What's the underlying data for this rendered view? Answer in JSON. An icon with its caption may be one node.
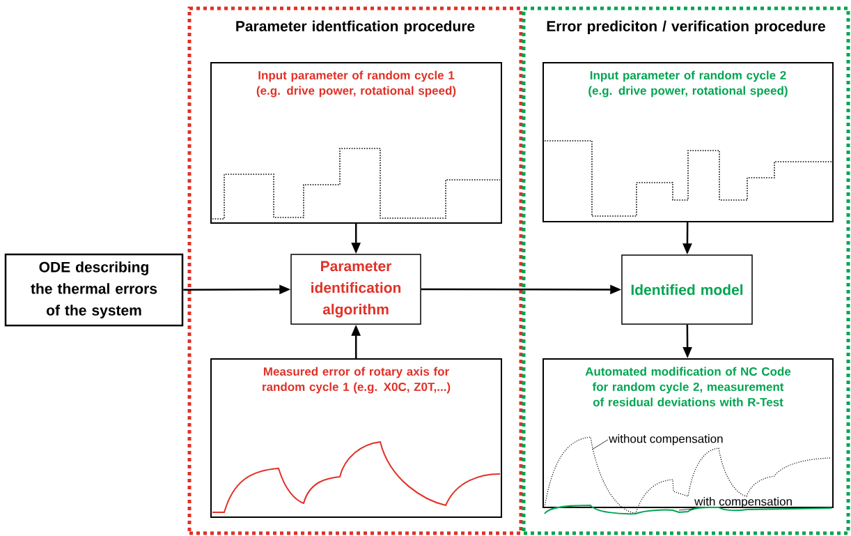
{
  "diagram": {
    "nodes": [
      {
        "text": [
          "Parameter identfication procedure"
        ]
      },
      {
        "text": [
          "Error prediciton / verification procedure"
        ]
      },
      {
        "text": [
          "Input parameter of random cycle 1 (e.g. drive power, rotational speed)"
        ],
        "in": 0
      },
      {
        "text": [
          "Parameter identification algorithm"
        ],
        "in": 0
      },
      {
        "text": [
          "Measured error of rotary axis for random cycle 1 (e.g. X0C, Z0T,...)"
        ],
        "in": 0
      },
      {
        "text": [
          "Input parameter of random cycle 2 (e.g. drive power, rotational speed)"
        ],
        "in": 1
      },
      {
        "text": [
          "Identified model"
        ],
        "in": 1
      },
      {
        "text": [
          "Automated modification of NC Code for random cycle 2, measurement of residual deviations with R-Test"
        ],
        "in": 1
      },
      {
        "text": [
          "ODE describing the thermal errors of the system"
        ]
      },
      {
        "text": [
          "without compensation"
        ],
        "in": 7
      },
      {
        "text": [
          "with compensation"
        ],
        "in": 7
      }
    ],
    "edges": [
      {
        "from": 8,
        "to": 3,
        "arrow": "to"
      },
      {
        "from": 2,
        "to": 3,
        "arrow": "to"
      },
      {
        "from": 4,
        "to": 3,
        "arrow": "to"
      },
      {
        "from": 3,
        "to": 6,
        "arrow": "to"
      },
      {
        "from": 5,
        "to": 6,
        "arrow": "to"
      },
      {
        "from": 6,
        "to": 7,
        "arrow": "to"
      },
      {
        "from": 9,
        "to": null,
        "arrow": "none"
      },
      {
        "from": 10,
        "to": null,
        "arrow": "none"
      }
    ]
  }
}
